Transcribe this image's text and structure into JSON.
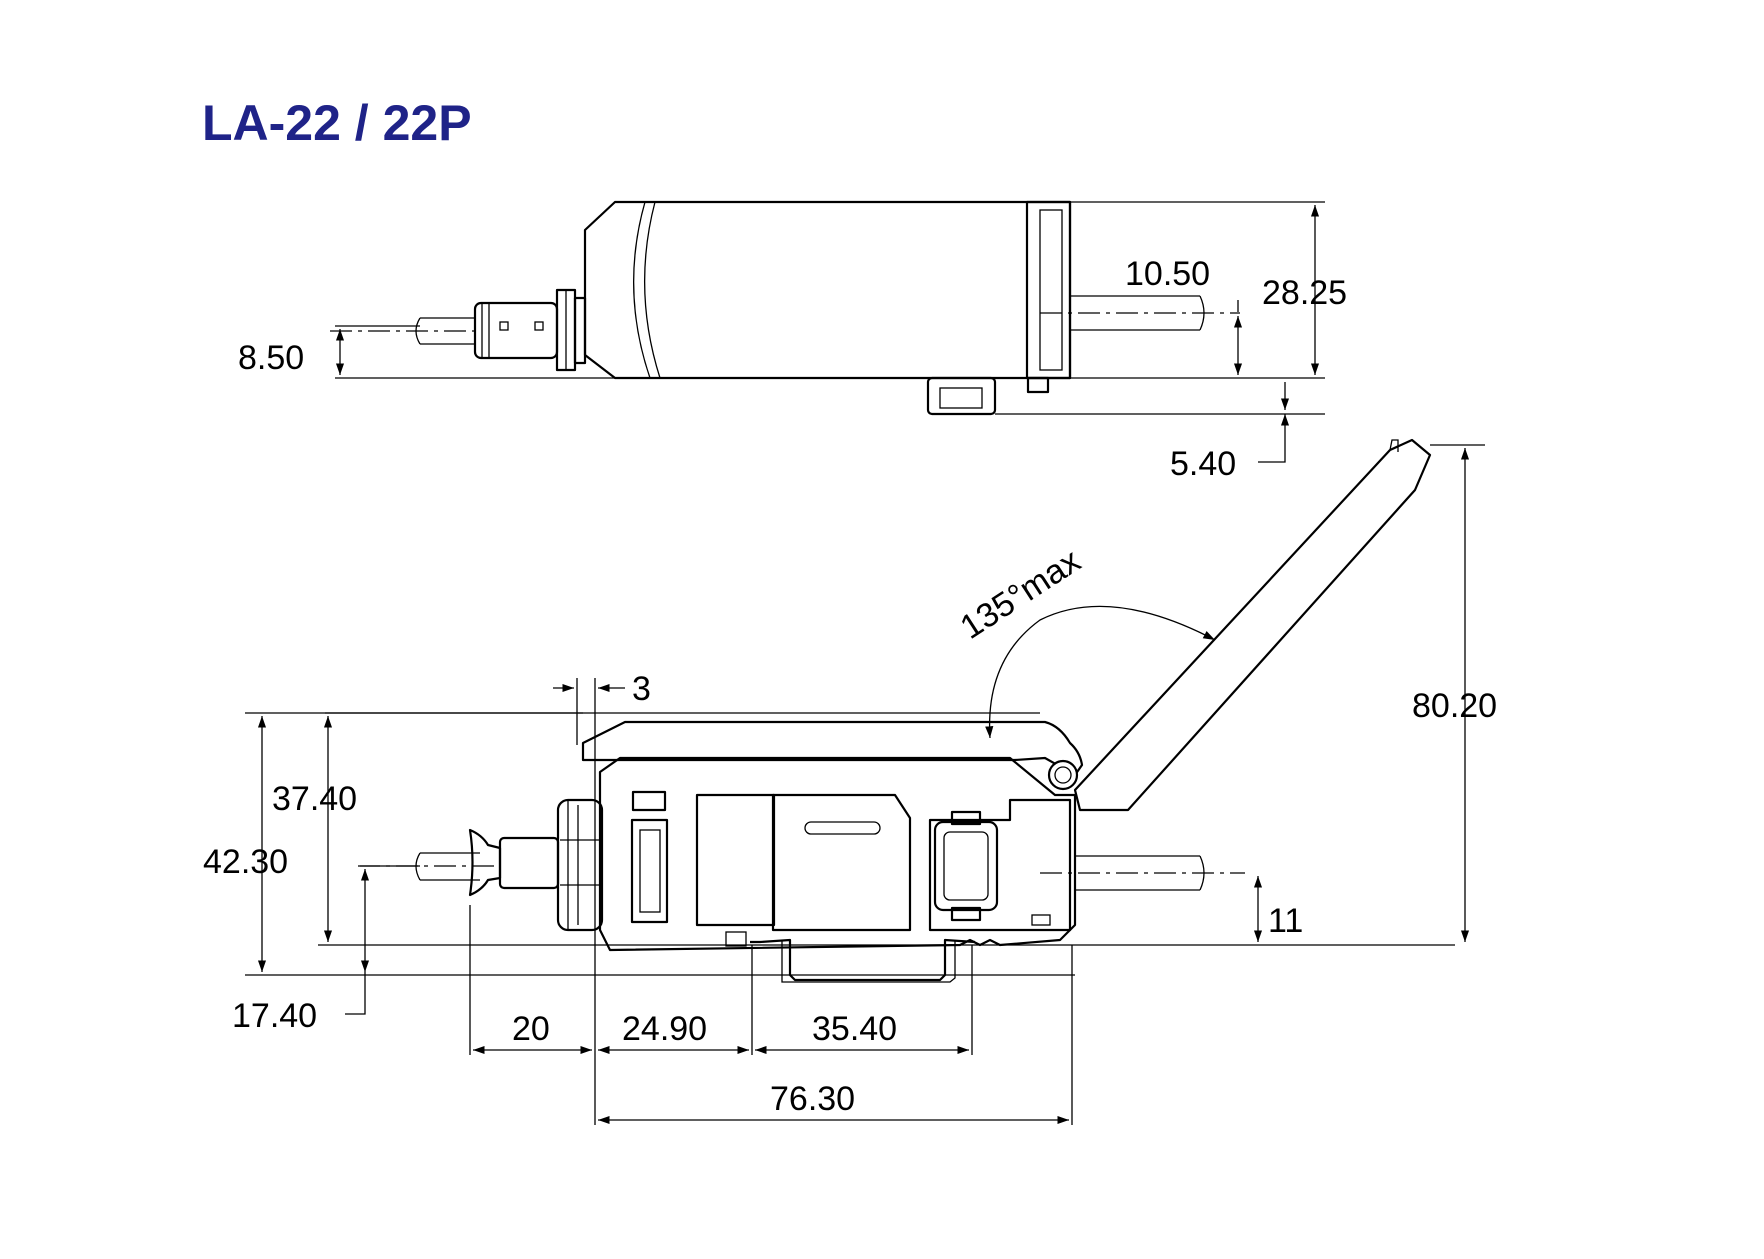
{
  "title": "LA-22 / 22P",
  "colors": {
    "title": "#1f2388",
    "line": "#000000",
    "background": "#ffffff"
  },
  "top_view": {
    "dimensions": {
      "height_total": "28.25",
      "cable_offset_right": "10.50",
      "cable_offset_left": "8.50",
      "connector_drop": "5.40"
    }
  },
  "side_view": {
    "angle_label": "135°max",
    "dimensions": {
      "gap_top": "3",
      "height_body": "37.40",
      "height_total": "42.30",
      "cable_height_left": "17.40",
      "lid_open_height": "80.20",
      "cable_height_right": "11",
      "len_left_plug": "20",
      "len_a": "24.90",
      "len_b": "35.40",
      "len_total": "76.30"
    }
  }
}
